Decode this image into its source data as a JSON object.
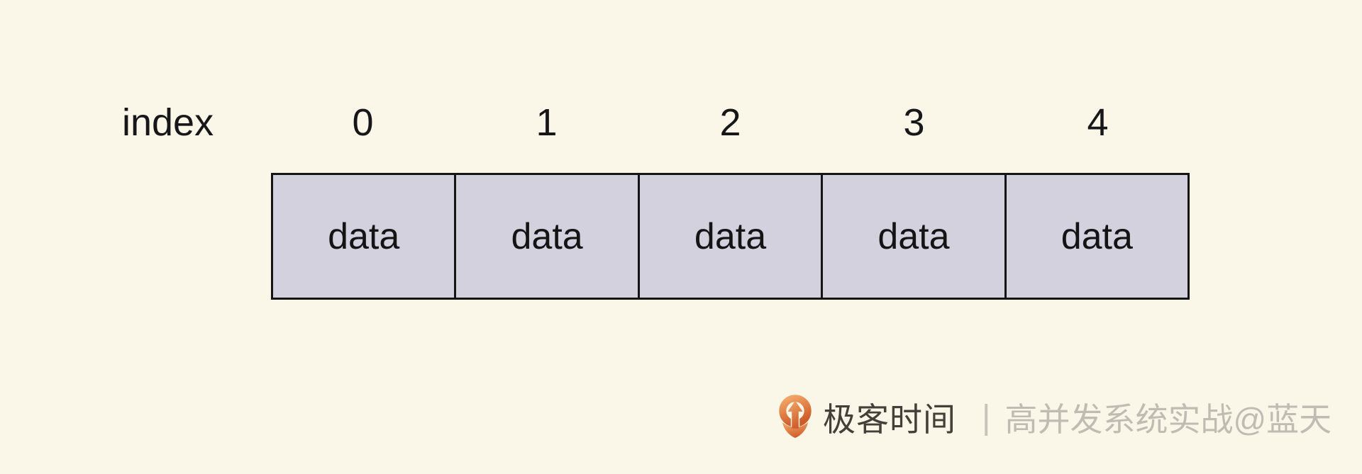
{
  "diagram": {
    "index_label": "index",
    "indices": [
      "0",
      "1",
      "2",
      "3",
      "4"
    ],
    "cell_values": [
      "data",
      "data",
      "data",
      "data",
      "data"
    ]
  },
  "watermark": {
    "logo_icon": "geektime-logo",
    "brand": "极客时间",
    "separator": "|",
    "course": "高并发系统实战@蓝天"
  },
  "colors": {
    "background": "#FAF6E8",
    "cell_fill": "#D3D1DE",
    "cell_border": "#141414",
    "text": "#141414",
    "brand_text": "#434039",
    "course_text": "#BFBCB3",
    "logo_orange_light": "#F0A465",
    "logo_orange_dark": "#CE5A28"
  }
}
